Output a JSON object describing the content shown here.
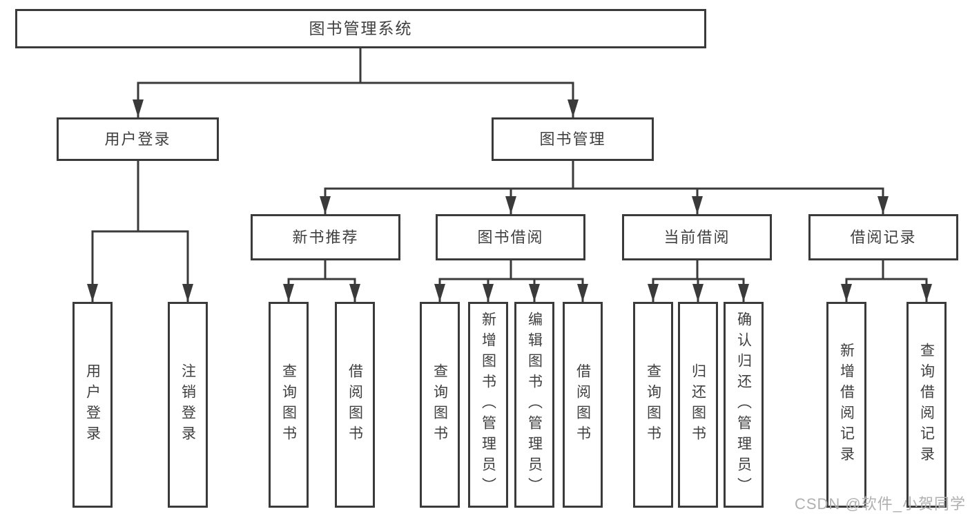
{
  "watermark": "CSDN @软件_小贺同学",
  "tree": {
    "root": {
      "label": "图书管理系统"
    },
    "branches": [
      {
        "label": "用户登录",
        "children": [
          {
            "label": "用户登录"
          },
          {
            "label": "注销登录"
          }
        ]
      },
      {
        "label": "图书管理",
        "children": [
          {
            "label": "新书推荐",
            "children": [
              {
                "label": "查询图书"
              },
              {
                "label": "借阅图书"
              }
            ]
          },
          {
            "label": "图书借阅",
            "children": [
              {
                "label": "查询图书"
              },
              {
                "label": "新增图书（管理员）"
              },
              {
                "label": "编辑图书（管理员）"
              },
              {
                "label": "借阅图书"
              }
            ]
          },
          {
            "label": "当前借阅",
            "children": [
              {
                "label": "查询图书"
              },
              {
                "label": "归还图书"
              },
              {
                "label": "确认归还（管理员）"
              }
            ]
          },
          {
            "label": "借阅记录",
            "children": [
              {
                "label": "新增借阅记录"
              },
              {
                "label": "查询借阅记录"
              }
            ]
          }
        ]
      }
    ]
  },
  "colors": {
    "line": "#3a3a3a",
    "text": "#3f3f3f",
    "watermark": "#b0b0b0",
    "background": "#ffffff"
  }
}
